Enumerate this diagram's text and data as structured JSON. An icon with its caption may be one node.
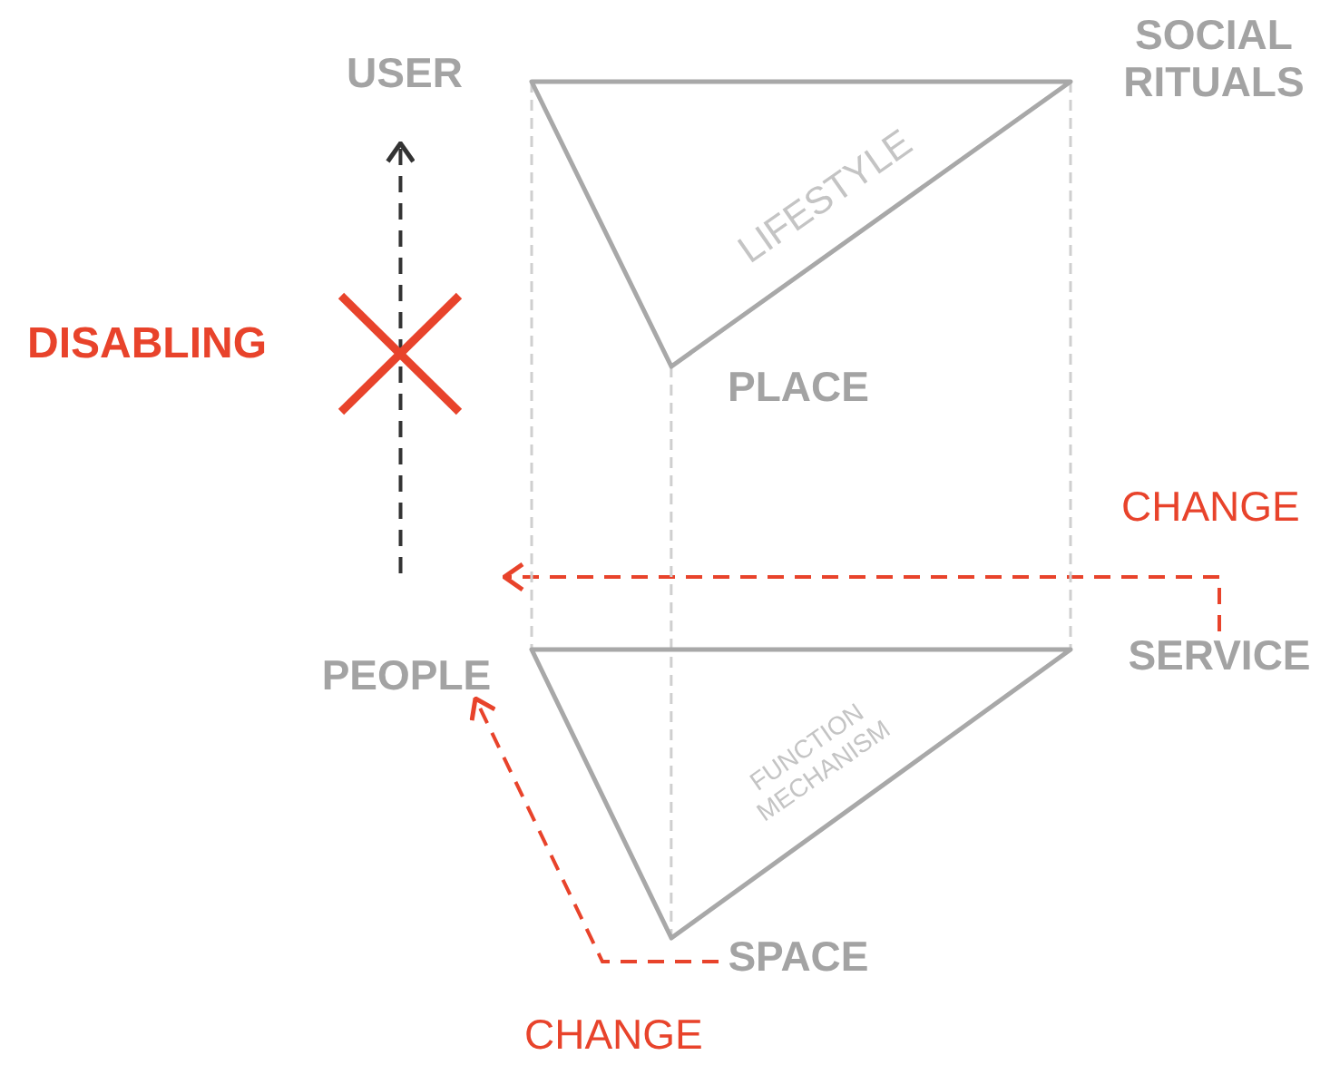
{
  "diagram": {
    "nodes": [
      {
        "text": [
          "USER"
        ]
      },
      {
        "text": [
          "SOCIAL RITUALS"
        ]
      },
      {
        "text": [
          "LIFESTYLE"
        ]
      },
      {
        "text": [
          "PLACE"
        ]
      },
      {
        "text": [
          "PEOPLE"
        ]
      },
      {
        "text": [
          "SERVICE"
        ]
      },
      {
        "text": [
          "FUNCTION MECHANISM"
        ]
      },
      {
        "text": [
          "SPACE"
        ]
      }
    ],
    "edges": [
      {
        "from": 4,
        "to": 0,
        "arrow": "to",
        "style": "dashed",
        "color": "#333333",
        "label": "DISABLING"
      },
      {
        "from": 5,
        "to": 4,
        "arrow": "to",
        "style": "dashed",
        "color": "#e8432b",
        "label": "CHANGE"
      },
      {
        "from": 7,
        "to": 4,
        "arrow": "to",
        "style": "dashed",
        "color": "#e8432b",
        "label": "CHANGE"
      },
      {
        "from": 2,
        "to": 6,
        "arrow": "none",
        "style": "dashed",
        "color": "#cfcfcf"
      },
      {
        "from": 2,
        "to": 6,
        "arrow": "none",
        "style": "dashed",
        "color": "#cfcfcf"
      },
      {
        "from": 2,
        "to": 6,
        "arrow": "none",
        "style": "dashed",
        "color": "#cfcfcf"
      }
    ]
  }
}
